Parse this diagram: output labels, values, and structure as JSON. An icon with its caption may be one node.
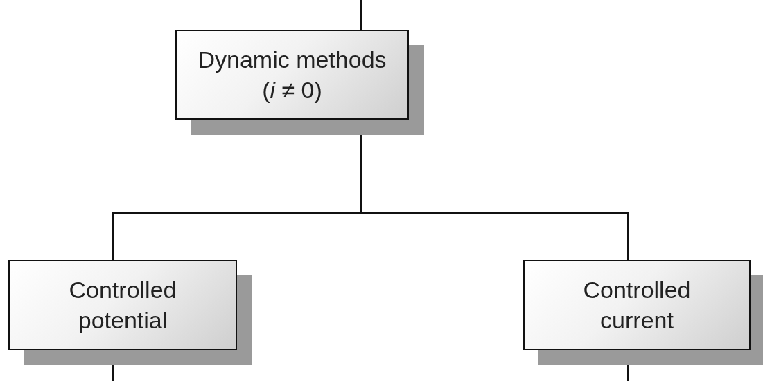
{
  "diagram": {
    "nodes": [
      {
        "text": [
          "Dynamic methods (*i* ≠ 0)"
        ]
      },
      {
        "text": [
          "Controlled potential"
        ]
      },
      {
        "text": [
          "Controlled current"
        ]
      }
    ],
    "edges": [
      {
        "from": null,
        "to": 0,
        "arrow": "none"
      },
      {
        "from": 0,
        "to": 1,
        "arrow": "none"
      },
      {
        "from": 0,
        "to": 2,
        "arrow": "none"
      },
      {
        "from": 1,
        "to": null,
        "arrow": "none"
      },
      {
        "from": 2,
        "to": null,
        "arrow": "none"
      }
    ]
  }
}
